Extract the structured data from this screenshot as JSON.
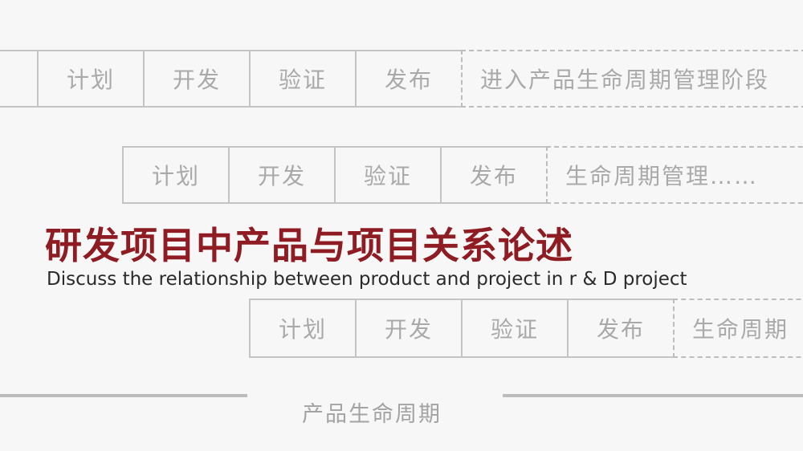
{
  "row1": {
    "stages": [
      "计划",
      "开发",
      "验证",
      "发布"
    ],
    "lifecycle": "进入产品生命周期管理阶段"
  },
  "row2": {
    "stages": [
      "计划",
      "开发",
      "验证",
      "发布"
    ],
    "lifecycle": "生命周期管理……"
  },
  "row3": {
    "stages": [
      "计划",
      "开发",
      "验证",
      "发布"
    ],
    "lifecycle": "生命周期"
  },
  "axis_label": "产品生命周期",
  "title": {
    "chinese": "研发项目中产品与项目关系论述",
    "english": "Discuss the relationship between product and project in r & D project"
  },
  "colors": {
    "title_red": "#8e1c22",
    "box_border": "#c4c4c4",
    "box_text": "#a9a9a9",
    "background": "#f7f7f7"
  }
}
